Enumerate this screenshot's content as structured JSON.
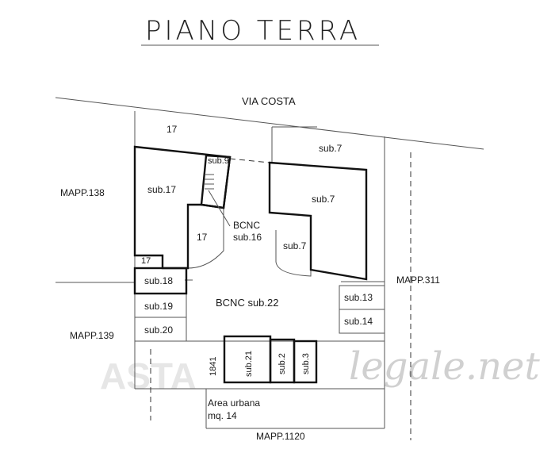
{
  "title": "PIANO TERRA",
  "street": "VIA COSTA",
  "labels": {
    "p17_top": "17",
    "sub7_top": "sub.7",
    "sub9": "sub.9",
    "sub17": "sub.17",
    "sub7_main": "sub.7",
    "bcnc_line1": "BCNC",
    "bcnc_line2": "sub.16",
    "p17_mid": "17",
    "sub7_lower": "sub.7",
    "p17_small": "17",
    "sub18": "sub.18",
    "sub19": "sub.19",
    "sub20": "sub.20",
    "bcnc22": "BCNC sub.22",
    "sub13": "sub.13",
    "sub14": "sub.14",
    "mapp138": "MAPP.138",
    "mapp139": "MAPP.139",
    "mapp311": "MAPP.311",
    "mapp1120": "MAPP.1120",
    "n1841": "1841",
    "sub21": "sub.21",
    "sub2": "sub.2",
    "sub3": "sub.3",
    "area_line1": "Area urbana",
    "area_line2": "mq. 14"
  },
  "watermark": {
    "logo_text": "ASTA",
    "site_text": "legale.net"
  }
}
